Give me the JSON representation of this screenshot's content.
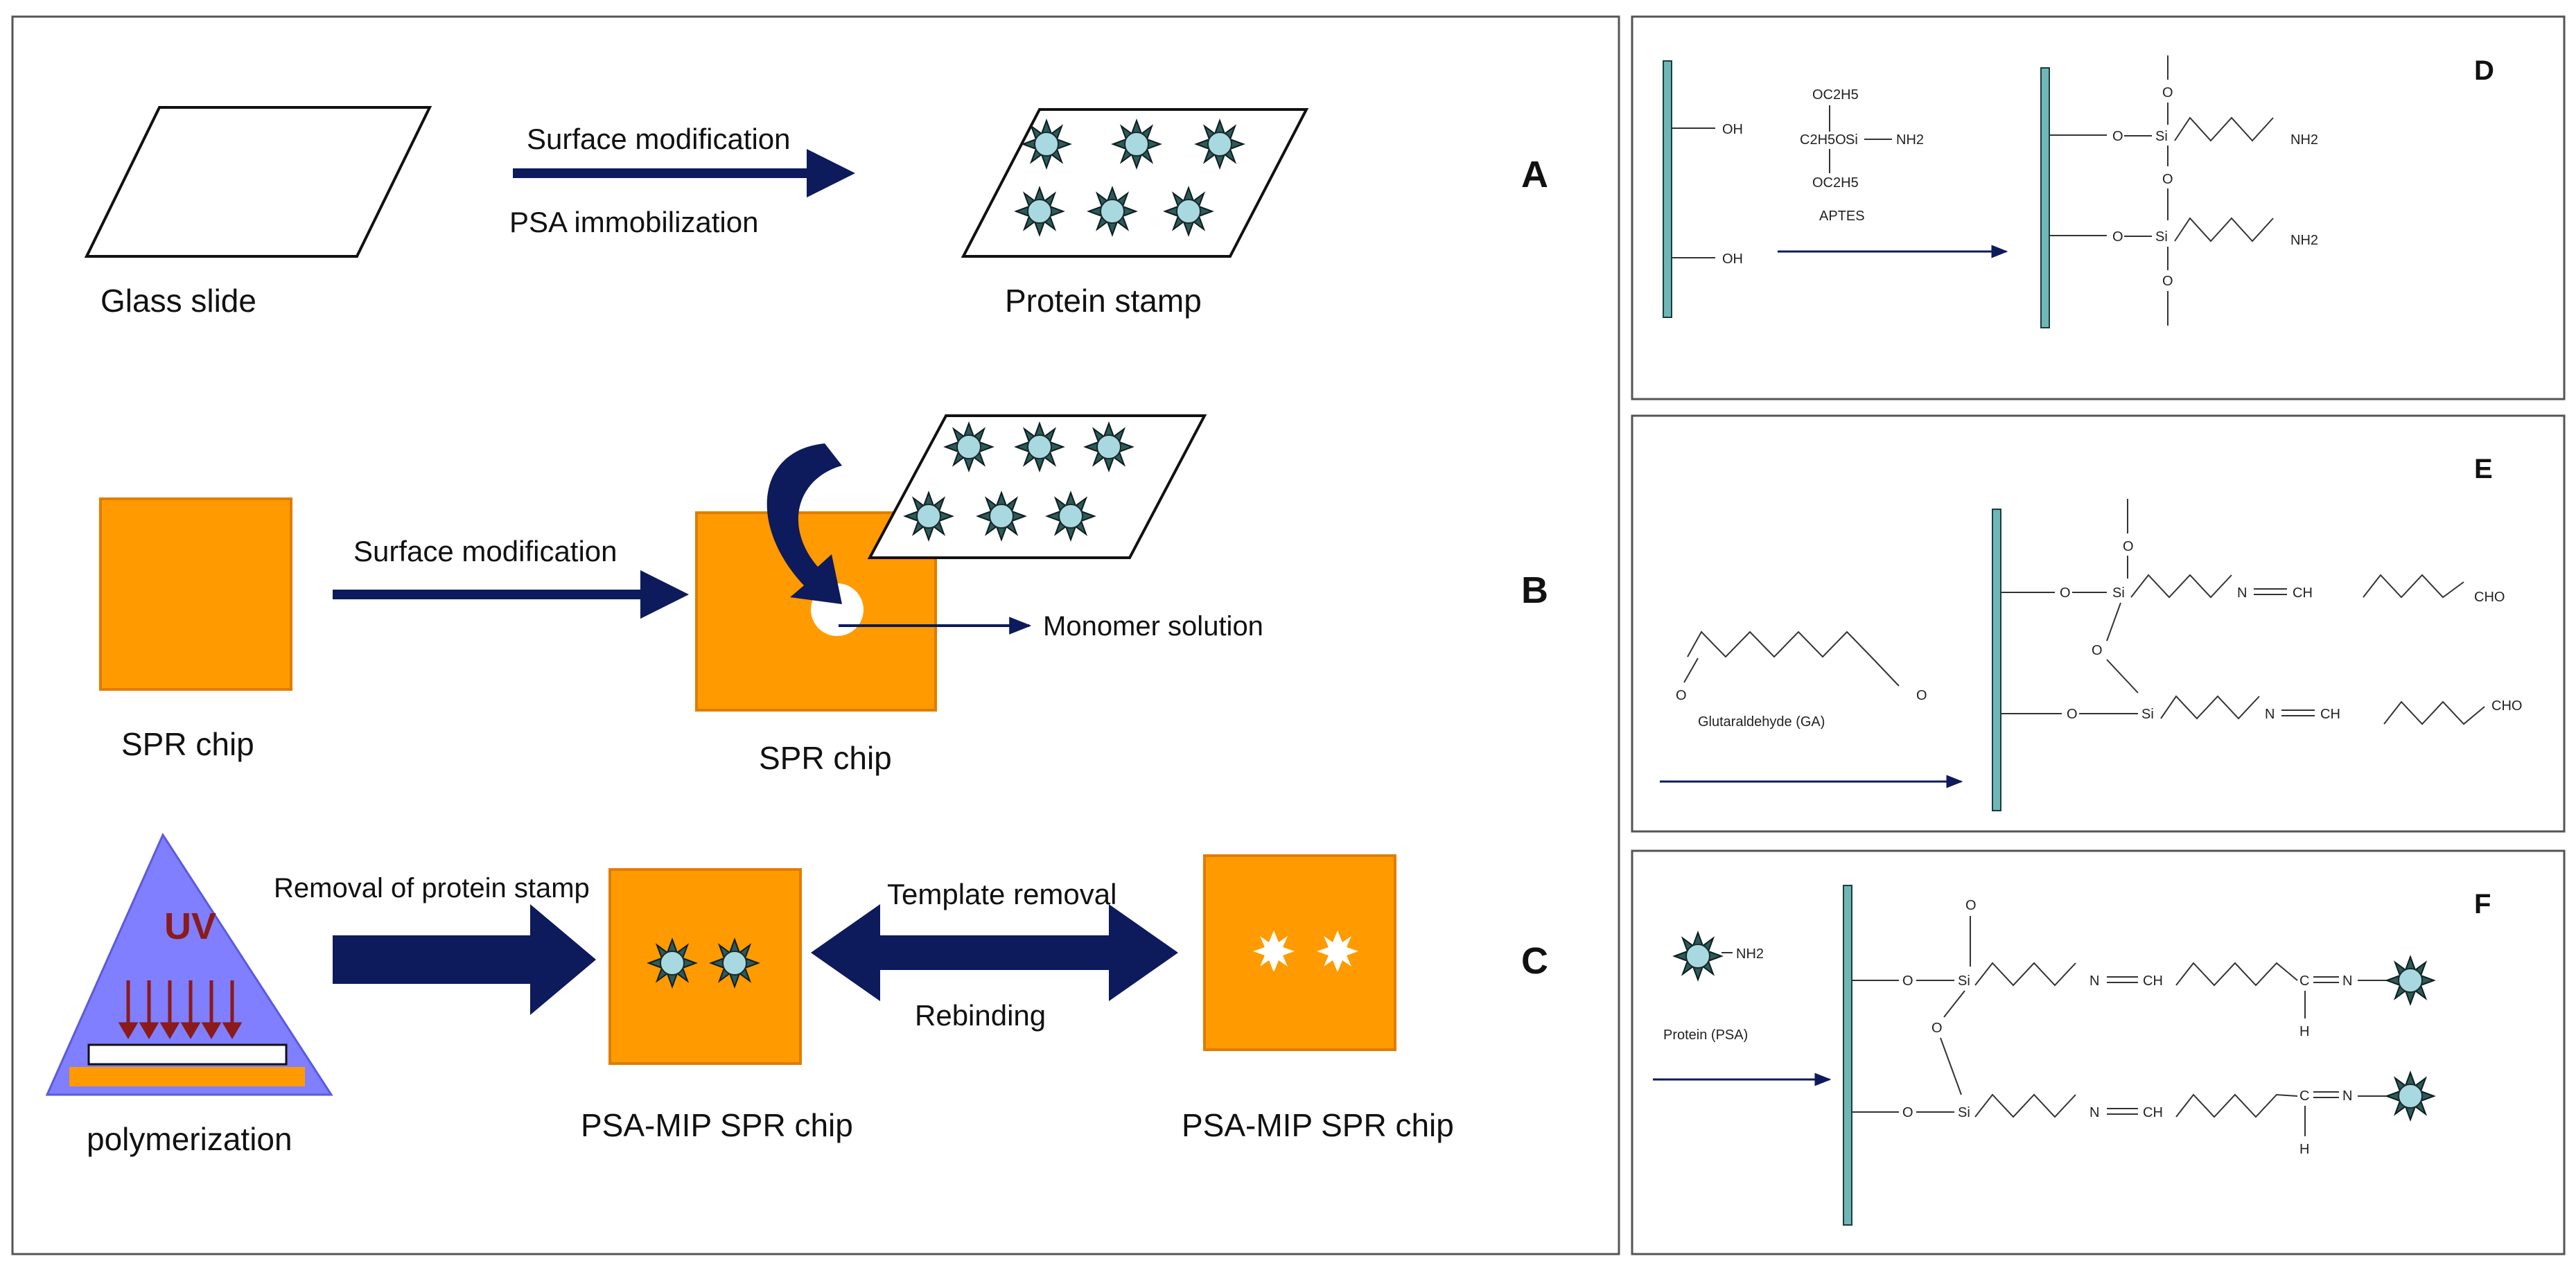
{
  "colors": {
    "arrow": "#0d1a5c",
    "orange": "#ff9a00",
    "orange_border": "#e07d00",
    "protein_fill": "#a9d9e0",
    "triangle": "#7f7fff",
    "uv": "#8b1a1a",
    "support": "#6fb7b7"
  },
  "panel_a": {
    "letter": "A",
    "glass_slide_label": "Glass slide",
    "step_top": "Surface modification",
    "step_bottom": "PSA immobilization",
    "protein_stamp_label": "Protein stamp"
  },
  "panel_b": {
    "letter": "B",
    "spr_chip_label": "SPR chip",
    "step_label": "Surface modification",
    "spr_chip_label_2": "SPR chip",
    "monomer_label": "Monomer  solution"
  },
  "panel_c": {
    "letter": "C",
    "uv_label": "UV",
    "polymerization_label": "polymerization",
    "removal_label": "Removal  of protein stamp",
    "template_removal_label": "Template  removal",
    "rebinding_label": "Rebinding",
    "chip_label_1": "PSA-MIP SPR chip",
    "chip_label_2": "PSA-MIP SPR chip"
  },
  "panel_d": {
    "letter": "D",
    "oh_1": "OH",
    "oh_2": "OH",
    "oc2h5_top": "OC2H5",
    "c2h5o": "C2H5O",
    "si": "Si",
    "nh2": "NH2",
    "oc2h5_bottom": "OC2H5",
    "reagent": "APTES",
    "product_o": "O",
    "product_si": "Si",
    "product_nh2": "NH2"
  },
  "panel_e": {
    "letter": "E",
    "reagent": "Glutaraldehyde  (GA)",
    "o_left": "O",
    "o_right": "O",
    "o": "O",
    "si": "Si",
    "n_ch": "N",
    "ch": "CH",
    "cho": "CHO"
  },
  "panel_f": {
    "letter": "F",
    "reagent": "Protein (PSA)",
    "nh2": "NH2",
    "o": "O",
    "si": "Si",
    "n": "N",
    "ch": "CH",
    "c": "C",
    "h": "H"
  }
}
